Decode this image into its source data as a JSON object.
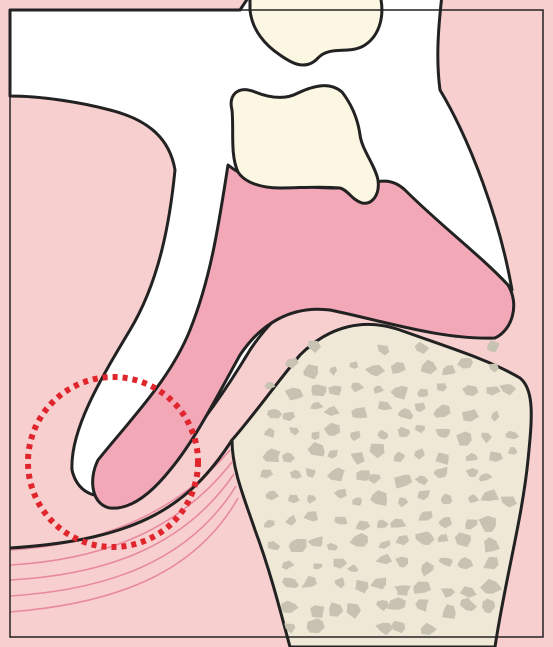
{
  "figure": {
    "type": "anatomical-cross-section",
    "colors": {
      "background_tissue": "#f8cfcf",
      "cavity": "#ffffff",
      "mucosa": "#f3a8b8",
      "tooth_crown": "#fbf7e2",
      "bone": "#efe8d6",
      "trabeculae": "#c8c2b2",
      "fibers": "#e78aa0",
      "outline": "#222222",
      "highlight_circle": "#e0262c"
    },
    "parts": [
      {
        "id": "upper-tooth",
        "icon": "tooth"
      },
      {
        "id": "lower-tooth",
        "icon": "tooth"
      },
      {
        "id": "oral-cavity",
        "icon": "cavity"
      },
      {
        "id": "mucosa",
        "icon": "soft-tissue"
      },
      {
        "id": "alveolar-bone",
        "icon": "bone"
      },
      {
        "id": "muscle-fibers",
        "icon": "muscle"
      },
      {
        "id": "highlight-circle",
        "icon": "dotted-circle"
      }
    ]
  }
}
